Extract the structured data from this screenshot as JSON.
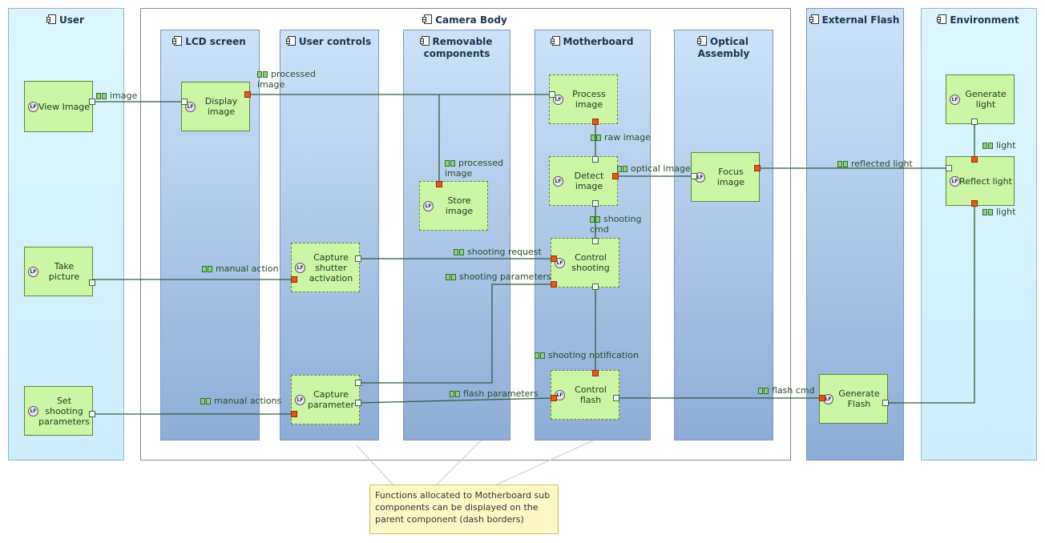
{
  "actors": {
    "user": "User",
    "camera_body": "Camera Body",
    "external_flash": "External Flash",
    "environment": "Environment"
  },
  "sub_components": {
    "lcd": "LCD screen",
    "user_controls": "User controls",
    "removable": "Removable components",
    "motherboard": "Motherboard",
    "optical": "Optical Assembly"
  },
  "functions": {
    "view_image": "View Image",
    "take_picture": "Take picture",
    "set_shooting_parameters": "Set shooting parameters",
    "display_image": "Display image",
    "capture_shutter": "Capture shutter activation",
    "capture_parameter": "Capture parameter",
    "store_image": "Store image",
    "process_image": "Process image",
    "detect_image": "Detect image",
    "control_shooting": "Control shooting",
    "control_flash": "Control flash",
    "focus_image": "Focus image",
    "generate_flash": "Generate Flash",
    "generate_light": "Generate light",
    "reflect_light": "Reflect light"
  },
  "exchanges": {
    "image": "image",
    "processed_image_1": "processed image",
    "processed_image_2": "processed image",
    "raw_image": "raw image",
    "optical_image": "optical image",
    "reflected_light": "reflected light",
    "light_1": "light",
    "light_2": "light",
    "shooting_cmd": "shooting cmd",
    "manual_action": "manual action",
    "shooting_request": "shooting request",
    "shooting_parameters": "shooting parameters",
    "shooting_notification": "shooting notification",
    "manual_actions": "manual actions",
    "flash_parameters": "flash parameters",
    "flash_cmd": "flash cmd"
  },
  "note": "Functions allocated to Motherboard sub components can be displayed on the parent component (dash borders)",
  "icons": {
    "component": "component-icon",
    "actor": "actor-icon",
    "function": "function-icon",
    "exchange": "exchange-item-icon"
  },
  "colors": {
    "function_fill": "#ccf5a6",
    "actor_fill": "#ddf6fd",
    "component_fill": "#b8d1f0",
    "exchange_line": "#2e5e3e",
    "out_port": "#e05a1a",
    "note_fill": "#fdf8c6"
  }
}
